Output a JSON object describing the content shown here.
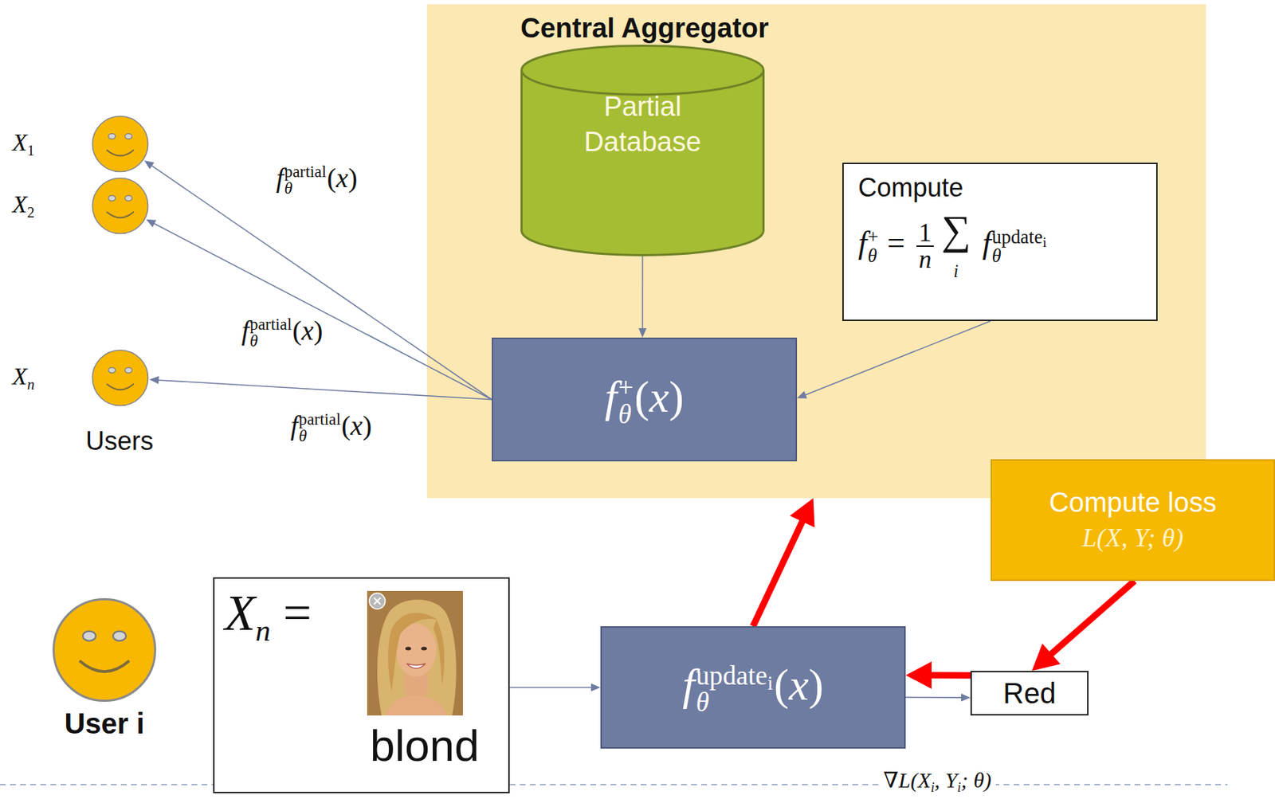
{
  "diagram": {
    "nodes": [
      {
        "text": [
          "X1"
        ]
      },
      {
        "text": [
          "X2"
        ]
      },
      {
        "text": [
          "Xn"
        ]
      },
      {
        "text": [
          "Central Aggregator"
        ]
      },
      {
        "text": [
          "Partial Database"
        ],
        "in": 3
      },
      {
        "text": [
          "Compute",
          "fθ+ = 1n∑i fθupdatei"
        ],
        "in": 3
      },
      {
        "text": [
          "fθ+(x)"
        ],
        "in": 3
      },
      {
        "text": [
          "Compute loss",
          "L(X, Y; θ)"
        ]
      },
      {
        "text": [
          "User i"
        ]
      },
      {
        "text": [
          "Xn =",
          "blond"
        ]
      },
      {
        "text": [
          "fθupdatei(x)"
        ]
      },
      {
        "text": [
          "Red"
        ]
      }
    ],
    "edges": [
      {
        "from": 6,
        "to": 0,
        "arrow": "to",
        "label": "fθpartial(x)"
      },
      {
        "from": 6,
        "to": 1,
        "arrow": "to",
        "label": "fθpartial(x)"
      },
      {
        "from": 6,
        "to": 2,
        "arrow": "to",
        "label": "fθpartial(x)"
      },
      {
        "from": 4,
        "to": 6,
        "arrow": "to"
      },
      {
        "from": 5,
        "to": 6,
        "arrow": "to"
      },
      {
        "from": 9,
        "to": 10,
        "arrow": "to"
      },
      {
        "from": 10,
        "to": 11,
        "arrow": "to"
      },
      {
        "from": 11,
        "to": 10,
        "arrow": "to"
      },
      {
        "from": 7,
        "to": 11,
        "arrow": "to"
      },
      {
        "from": 10,
        "to": 3,
        "arrow": "to"
      }
    ],
    "labels": [
      "Users",
      "∇L(Xi, Yi; θ)"
    ]
  }
}
